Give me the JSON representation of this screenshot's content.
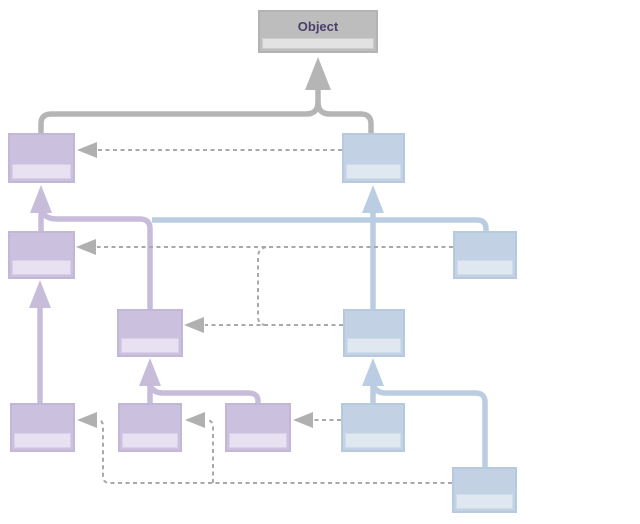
{
  "diagram": {
    "root_label": "Object",
    "colors": {
      "canvas_bg": "#ffffff",
      "gray_header": "#bdbdbd",
      "gray_body": "#e2e2e2",
      "gray_border": "#b3b3b3",
      "purple_header": "#cbc0de",
      "purple_body": "#e7e1f1",
      "purple_border": "#c3b7d8",
      "blue_header": "#c2d1e4",
      "blue_body": "#dfe7f1",
      "blue_border": "#b7c9de",
      "purple_line": "#c8bcdb",
      "blue_line": "#bacde2",
      "gray_line": "#b5b5b5",
      "dashed_line": "#a9a9a9",
      "dashed_arrow": "#b0b0b0",
      "label_text": "#4a4168"
    },
    "nodes": [
      {
        "id": "object",
        "color": "gray",
        "label": "Object"
      },
      {
        "id": "purple-1",
        "color": "purple",
        "label": ""
      },
      {
        "id": "blue-1",
        "color": "blue",
        "label": ""
      },
      {
        "id": "purple-2",
        "color": "purple",
        "label": ""
      },
      {
        "id": "blue-2",
        "color": "blue",
        "label": ""
      },
      {
        "id": "purple-3",
        "color": "purple",
        "label": ""
      },
      {
        "id": "blue-3",
        "color": "blue",
        "label": ""
      },
      {
        "id": "purple-4",
        "color": "purple",
        "label": ""
      },
      {
        "id": "purple-5",
        "color": "purple",
        "label": ""
      },
      {
        "id": "purple-6",
        "color": "purple",
        "label": ""
      },
      {
        "id": "blue-4",
        "color": "blue",
        "label": ""
      },
      {
        "id": "blue-5",
        "color": "blue",
        "label": ""
      }
    ],
    "edges": [
      {
        "from": "purple-1",
        "to": "object",
        "type": "inheritance"
      },
      {
        "from": "blue-1",
        "to": "object",
        "type": "inheritance"
      },
      {
        "from": "purple-2",
        "to": "purple-1",
        "type": "inheritance"
      },
      {
        "from": "purple-3",
        "to": "purple-1",
        "type": "inheritance"
      },
      {
        "from": "blue-3",
        "to": "blue-1",
        "type": "inheritance"
      },
      {
        "from": "blue-2",
        "to": "blue-1",
        "type": "inheritance"
      },
      {
        "from": "purple-4",
        "to": "purple-2",
        "type": "inheritance"
      },
      {
        "from": "purple-5",
        "to": "purple-3",
        "type": "inheritance"
      },
      {
        "from": "purple-6",
        "to": "purple-3",
        "type": "inheritance"
      },
      {
        "from": "blue-4",
        "to": "blue-3",
        "type": "inheritance"
      },
      {
        "from": "blue-5",
        "to": "blue-3",
        "type": "inheritance"
      },
      {
        "from": "blue-1",
        "to": "purple-1",
        "type": "dependency"
      },
      {
        "from": "blue-2",
        "to": "purple-2",
        "type": "dependency"
      },
      {
        "from": "blue-3",
        "to": "purple-3",
        "type": "dependency"
      },
      {
        "from": "blue-4",
        "to": "purple-6",
        "type": "dependency"
      },
      {
        "from": "blue-5",
        "to": "purple-4",
        "type": "dependency"
      },
      {
        "from": "blue-5",
        "to": "purple-5",
        "type": "dependency"
      }
    ]
  }
}
